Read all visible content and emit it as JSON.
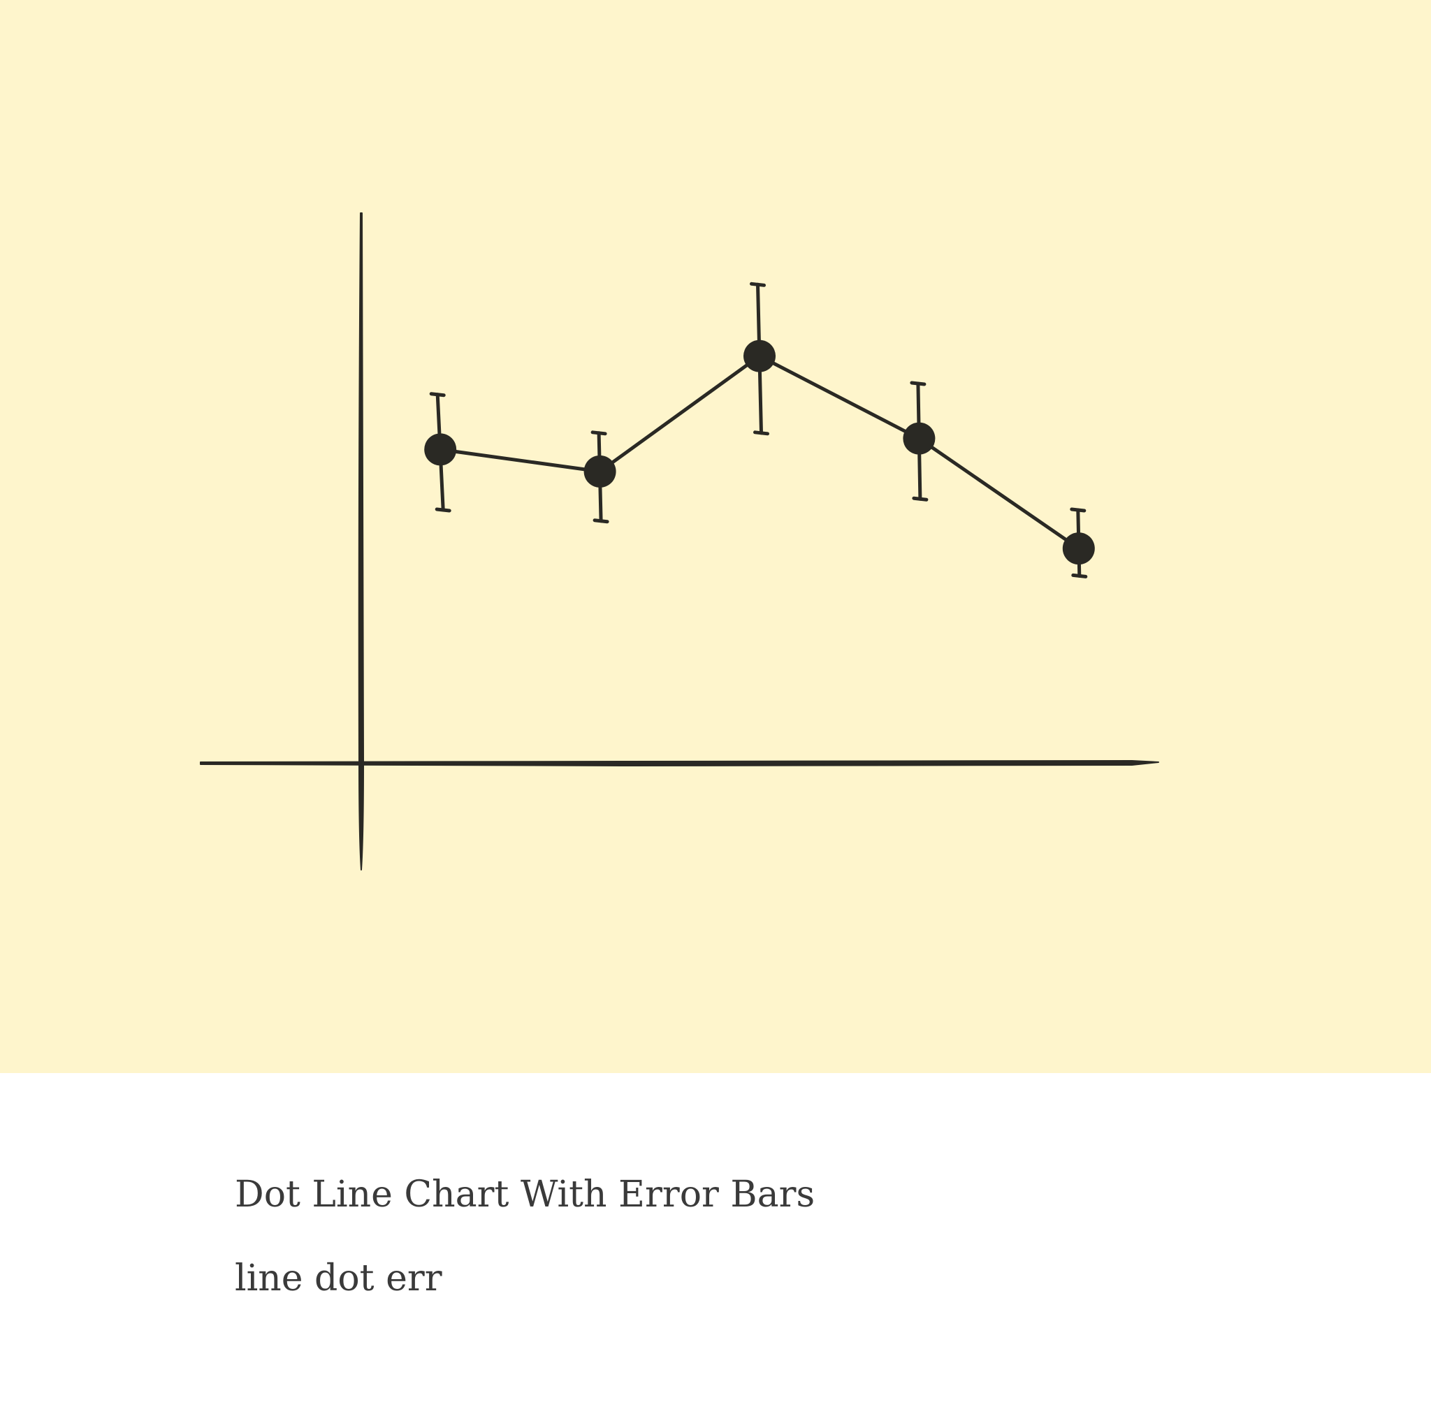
{
  "colors": {
    "background": "#fef5cc",
    "ink": "#2a2924",
    "caption_text": "#3a3a3a",
    "page": "#ffffff"
  },
  "caption": {
    "title": "Dot Line Chart With Error Bars",
    "tags": "line dot err"
  },
  "chart_data": {
    "type": "line",
    "style": "hand-drawn dot line with error bars",
    "title": "",
    "xlabel": "",
    "ylabel": "",
    "grid": false,
    "legend": "none",
    "x": [
      1,
      2,
      3,
      4,
      5
    ],
    "xlim": [
      0.5,
      5.5
    ],
    "ylim": [
      0,
      10
    ],
    "series": [
      {
        "values": [
          5.7,
          5.3,
          7.4,
          5.9,
          3.9
        ],
        "error_low": [
          4.6,
          4.4,
          6.0,
          4.8,
          3.4
        ],
        "error_high": [
          6.7,
          6.0,
          8.7,
          6.9,
          4.6
        ]
      }
    ]
  }
}
